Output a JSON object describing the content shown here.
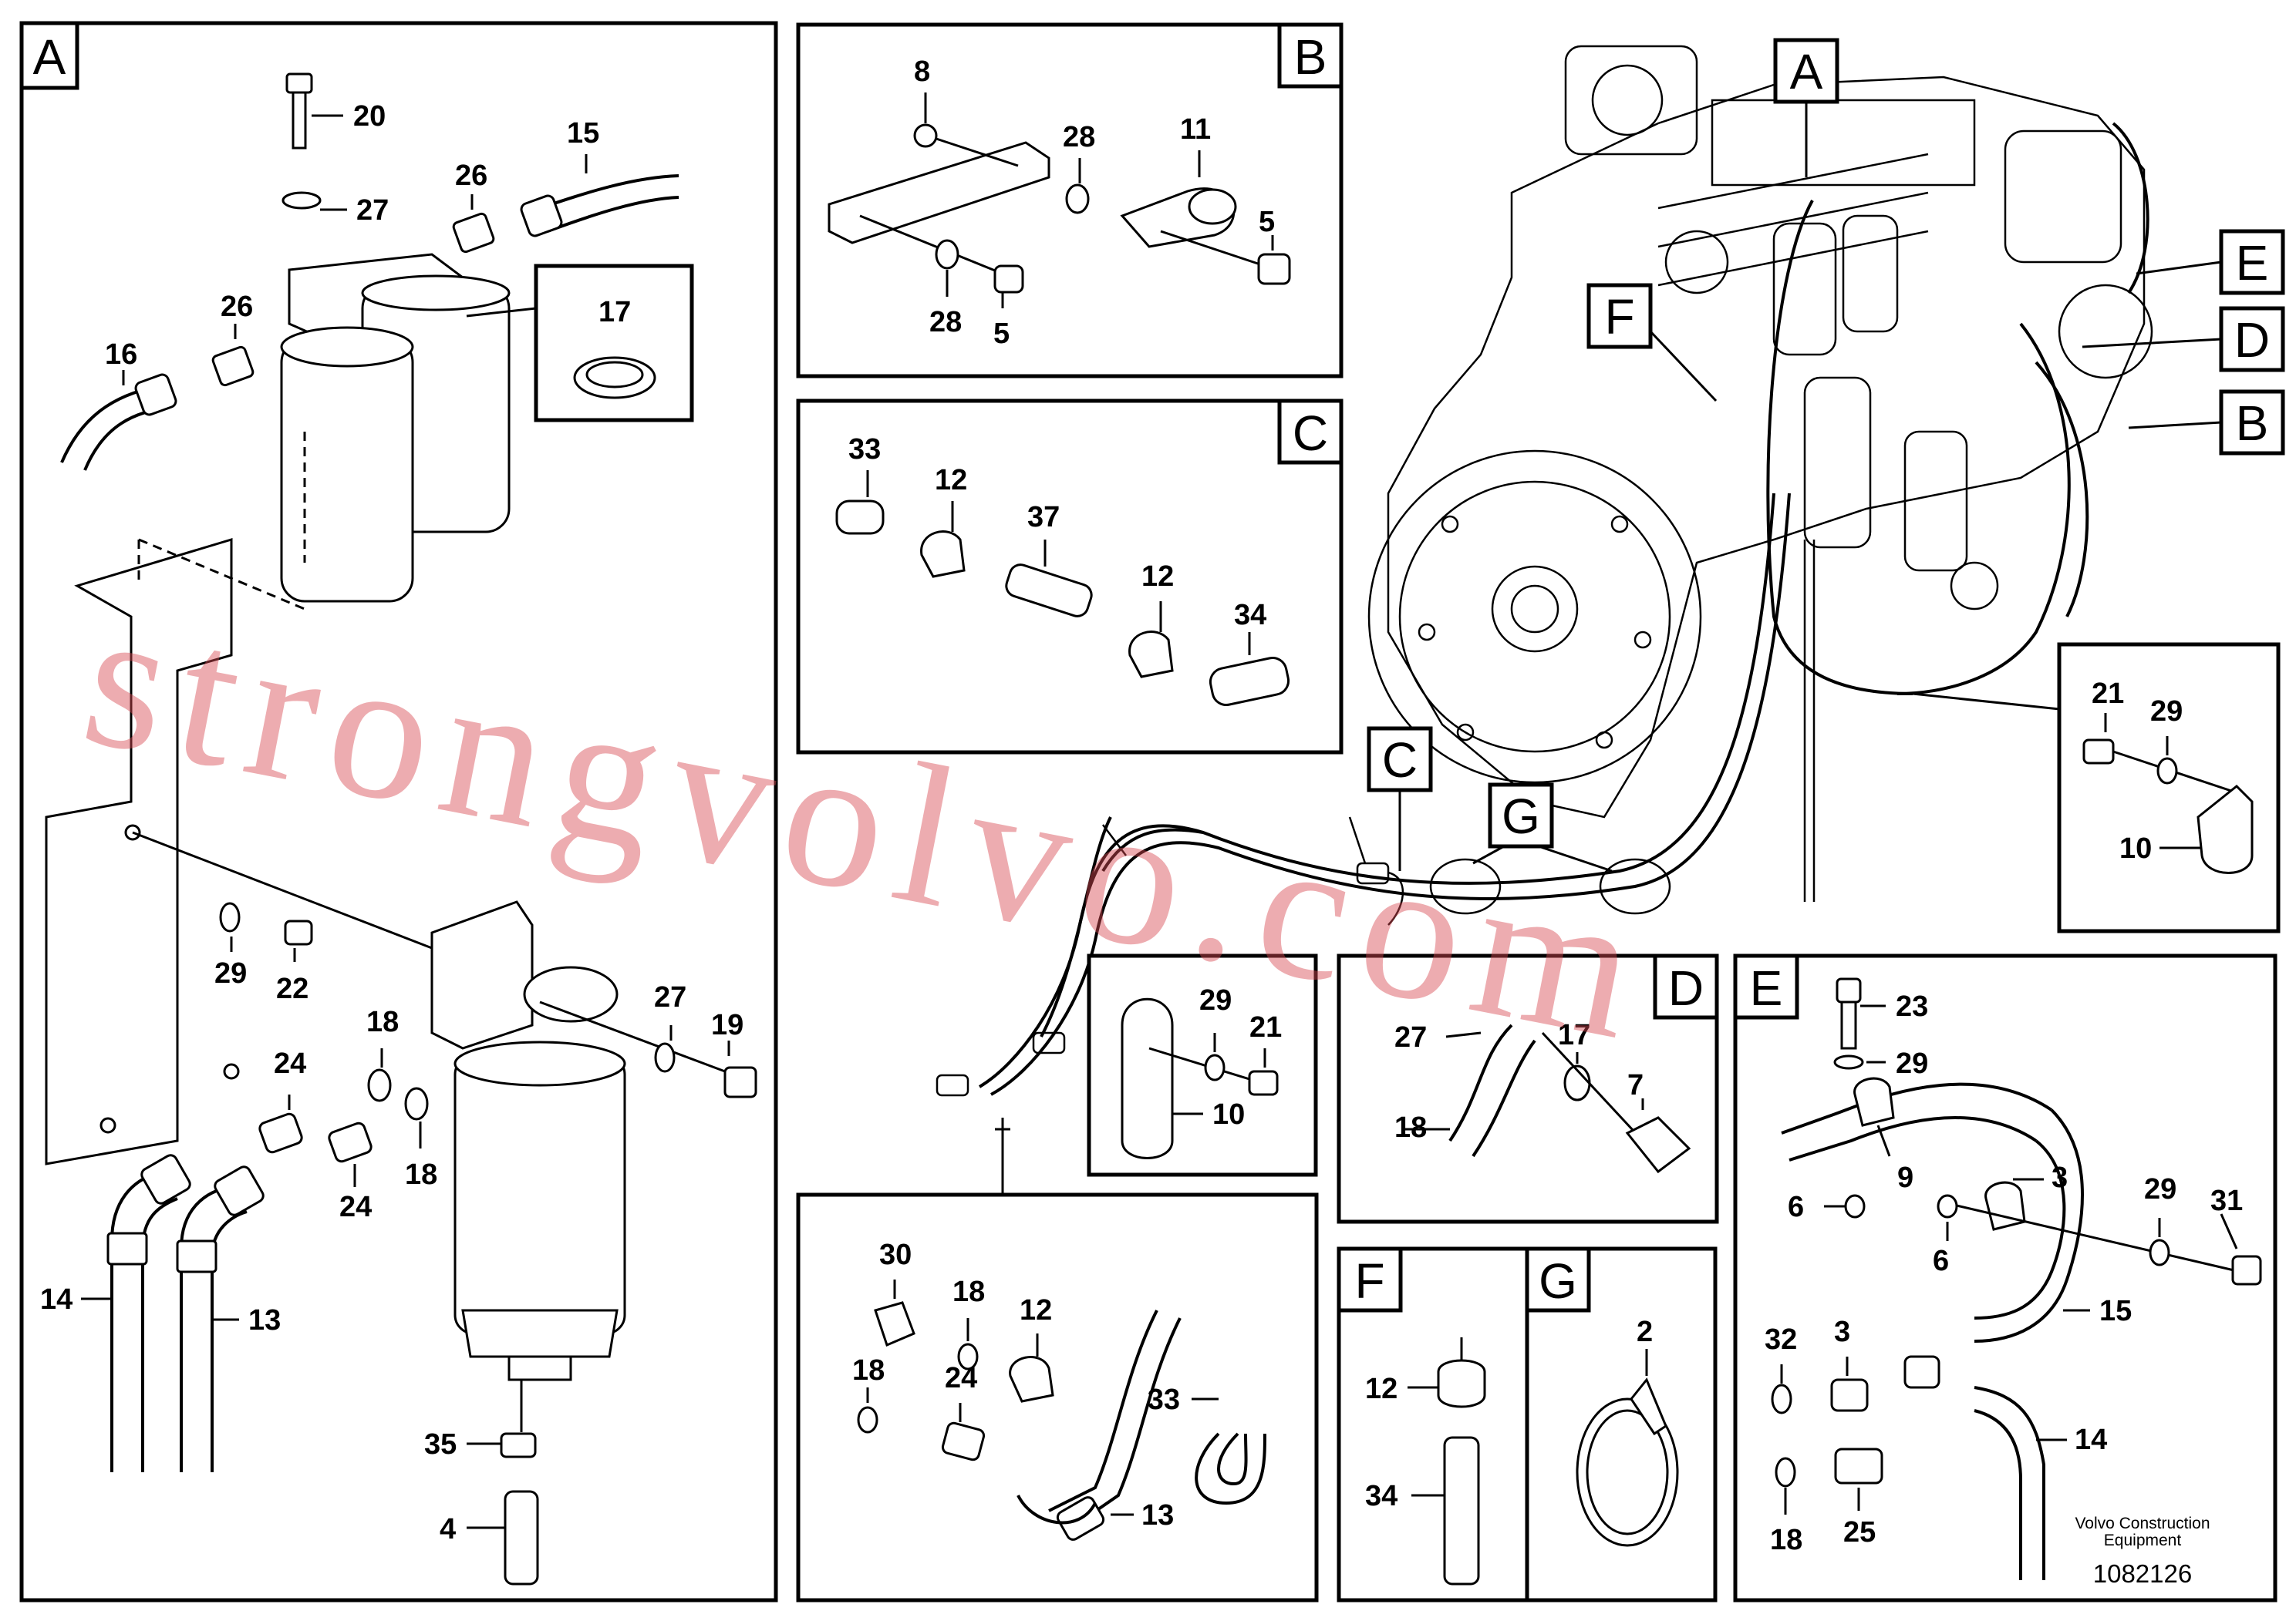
{
  "callouts": {
    "A": "A",
    "B": "B",
    "C": "C",
    "D": "D",
    "E": "E",
    "F": "F",
    "G": "G"
  },
  "panel_A": {
    "labels": [
      "20",
      "27",
      "15",
      "26",
      "26",
      "16",
      "17",
      "29",
      "22",
      "27",
      "19",
      "18",
      "24",
      "24",
      "18",
      "14",
      "13",
      "35",
      "4"
    ]
  },
  "panel_B": {
    "labels": [
      "8",
      "28",
      "11",
      "5",
      "28",
      "5"
    ]
  },
  "panel_C": {
    "labels": [
      "33",
      "12",
      "37",
      "12",
      "34"
    ]
  },
  "panel_bracket": {
    "labels": [
      "21",
      "29",
      "10"
    ]
  },
  "panel_clip": {
    "labels": [
      "29",
      "21",
      "10"
    ]
  },
  "panel_D": {
    "labels": [
      "27",
      "17",
      "18",
      "7"
    ]
  },
  "panel_E": {
    "labels": [
      "23",
      "29",
      "9",
      "3",
      "6",
      "6",
      "29",
      "31",
      "15",
      "32",
      "3",
      "14",
      "18",
      "25"
    ]
  },
  "panel_F": {
    "labels": [
      "12",
      "34"
    ]
  },
  "panel_G": {
    "labels": [
      "2"
    ]
  },
  "panel_bottom": {
    "labels": [
      "30",
      "18",
      "12",
      "18",
      "24",
      "33",
      "13"
    ]
  },
  "footer": {
    "company_line1": "Volvo Construction",
    "company_line2": "Equipment",
    "doc_number": "1082126"
  },
  "watermark": "strongvolvo.com"
}
